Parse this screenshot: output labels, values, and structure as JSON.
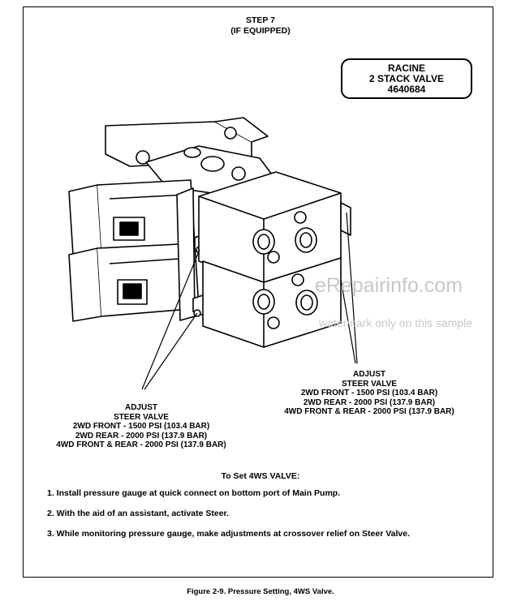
{
  "header": {
    "step": "STEP 7",
    "equipped": "(IF EQUIPPED)"
  },
  "badge": {
    "line1": "RACINE",
    "line2": "2 STACK VALVE",
    "line3": "4640684"
  },
  "callout_right": {
    "title1": "ADJUST",
    "title2": "STEER VALVE",
    "front": "2WD FRONT - 1500 PSI (103.4 BAR)",
    "rear": "2WD REAR - 2000 PSI (137.9 BAR)",
    "both": "4WD FRONT & REAR - 2000 PSI (137.9 BAR)"
  },
  "callout_left": {
    "title1": "ADJUST",
    "title2": "STEER VALVE",
    "front": "2WD FRONT - 1500 PSI (103.4 BAR)",
    "rear": "2WD REAR - 2000 PSI (137.9 BAR)",
    "both": "4WD FRONT & REAR - 2000 PSI (137.9 BAR)"
  },
  "procedure": {
    "title": "To Set 4WS VALVE:",
    "steps": [
      "1. Install pressure gauge at quick connect on bottom port of Main Pump.",
      "2. With the aid of an assistant, activate Steer.",
      "3. While monitoring pressure gauge, make adjustments at crossover relief on Steer Valve."
    ]
  },
  "caption": "Figure 2-9. Pressure Setting, 4WS Valve.",
  "watermark": {
    "brand": "eRepairinfo.com",
    "note": "watermark only on this sample"
  }
}
